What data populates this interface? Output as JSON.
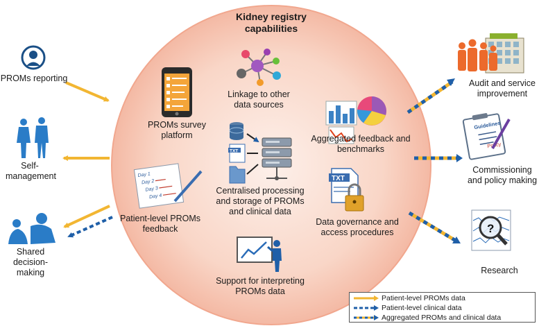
{
  "diagram": {
    "title": "Kidney registry capabilities",
    "capabilities": {
      "linkage": "Linkage to other data sources",
      "survey_platform": "PROMs survey platform",
      "aggregated_feedback": "Aggregated feedback and benchmarks",
      "centralised": "Centralised processing and storage of PROMs and clinical data",
      "patient_feedback": "Patient-level PROMs feedback",
      "governance": "Data governance and access procedures",
      "interpreting": "Support for interpreting PROMs data"
    },
    "stakeholders": {
      "proms_reporting": "PROMs reporting",
      "self_management": "Self-management",
      "shared_decision": "Shared decision-making",
      "audit": "Audit and service improvement",
      "commissioning": "Commissioning and policy making",
      "research": "Research"
    },
    "icon_text": {
      "txt": "TXT",
      "guidelines": "Guidelines",
      "policy": "Policy",
      "day1": "Day 1",
      "day2": "Day 2",
      "day3": "Day 3",
      "day4": "Day 4"
    },
    "legend": [
      {
        "label": "Patient-level PROMs data",
        "style": "solid-yellow"
      },
      {
        "label": "Patient-level clinical data",
        "style": "dashed-blue"
      },
      {
        "label": "Aggregated PROMs and clinical data",
        "style": "dashed-yellow-blue"
      }
    ],
    "colors": {
      "circle_fill": "#f9d3c3",
      "circle_edge": "#f0a48a",
      "yellow": "#f2b632",
      "blue": "#1f5fa8",
      "people_blue": "#2a7cc7",
      "people_orange": "#ec6a2c"
    }
  }
}
